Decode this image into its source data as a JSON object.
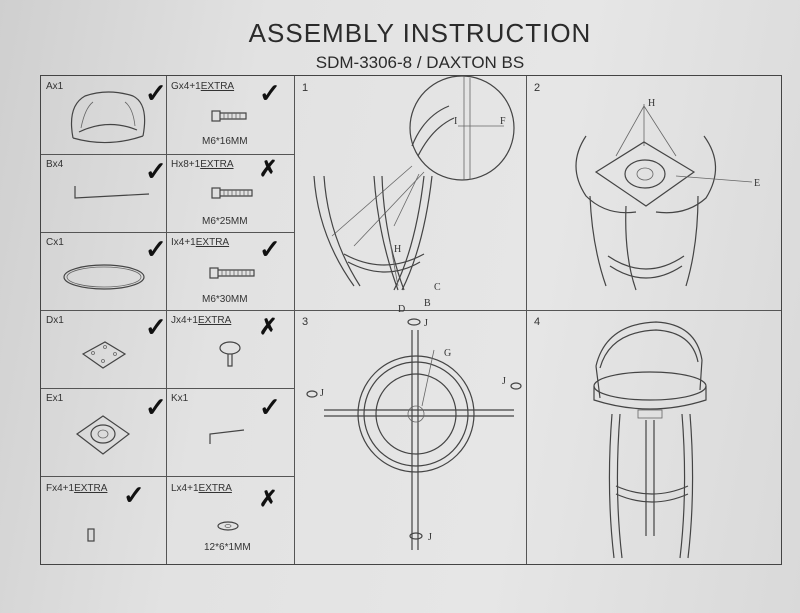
{
  "header": {
    "title": "ASSEMBLY INSTRUCTION",
    "subtitle": "SDM-3306-8 / DAXTON BS"
  },
  "parts": [
    {
      "code": "Ax1",
      "extra": "",
      "dim": "",
      "mark": "check"
    },
    {
      "code": "Gx4+1",
      "extra": "EXTRA",
      "dim": "M6*16MM",
      "mark": "check"
    },
    {
      "code": "Bx4",
      "extra": "",
      "dim": "",
      "mark": "check"
    },
    {
      "code": "Hx8+1",
      "extra": "EXTRA",
      "dim": "M6*25MM",
      "mark": "cross"
    },
    {
      "code": "Cx1",
      "extra": "",
      "dim": "",
      "mark": "check"
    },
    {
      "code": "Ix4+1",
      "extra": "EXTRA",
      "dim": "M6*30MM",
      "mark": "check"
    },
    {
      "code": "Dx1",
      "extra": "",
      "dim": "",
      "mark": "check"
    },
    {
      "code": "Jx4+1",
      "extra": "EXTRA",
      "dim": "",
      "mark": "cross"
    },
    {
      "code": "Ex1",
      "extra": "",
      "dim": "",
      "mark": "check"
    },
    {
      "code": "Kx1",
      "extra": "",
      "dim": "",
      "mark": "check"
    },
    {
      "code": "Fx4+1",
      "extra": "EXTRA",
      "dim": "",
      "mark": "check"
    },
    {
      "code": "Lx4+1",
      "extra": "EXTRA",
      "dim": "12*6*1MM",
      "mark": "cross"
    }
  ],
  "steps": [
    {
      "number": "1",
      "callouts": [
        "I",
        "F",
        "H",
        "C",
        "B",
        "D"
      ]
    },
    {
      "number": "2",
      "callouts": [
        "H",
        "E"
      ]
    },
    {
      "number": "3",
      "callouts": [
        "J",
        "G",
        "J",
        "J",
        "J"
      ]
    },
    {
      "number": "4",
      "callouts": []
    }
  ]
}
